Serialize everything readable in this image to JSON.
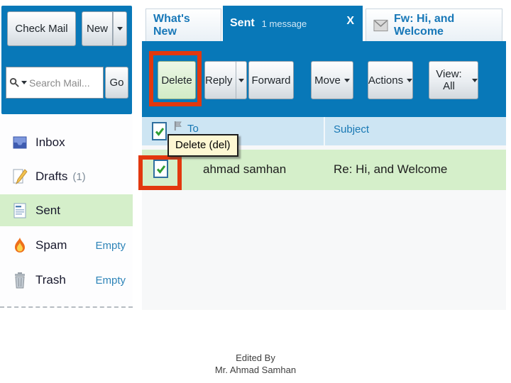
{
  "topbar": {
    "check_mail_label": "Check Mail",
    "new_label": "New",
    "search_placeholder": "Search Mail...",
    "go_label": "Go"
  },
  "sidebar": {
    "items": [
      {
        "label": "Inbox"
      },
      {
        "label": "Drafts",
        "count": "(1)"
      },
      {
        "label": "Sent",
        "selected": true
      },
      {
        "label": "Spam",
        "action": "Empty"
      },
      {
        "label": "Trash",
        "action": "Empty"
      }
    ]
  },
  "tabs": [
    {
      "label": "What's New",
      "active": false
    },
    {
      "label": "Sent",
      "badge": "1 message",
      "close": "X",
      "active": true
    },
    {
      "label": "Fw: Hi, and Welcome",
      "active": false
    }
  ],
  "toolbar": {
    "delete_label": "Delete",
    "reply_label": "Reply",
    "forward_label": "Forward",
    "move_label": "Move",
    "actions_label": "Actions",
    "view_label": "View: All"
  },
  "tooltip": {
    "text": "Delete (del)"
  },
  "message_list": {
    "columns": {
      "to": "To",
      "subject": "Subject"
    },
    "rows": [
      {
        "to": "ahmad samhan",
        "subject": "Re: Hi, and Welcome",
        "checked": true
      }
    ]
  },
  "footer": {
    "line1": "Edited By",
    "line2": "Mr. Ahmad Samhan"
  },
  "colors": {
    "accent_blue": "#0878b8",
    "header_row": "#cde5f3",
    "selected_green": "#d5efca",
    "highlight_red": "#e2380e",
    "tooltip_bg": "#fdf7d3"
  }
}
